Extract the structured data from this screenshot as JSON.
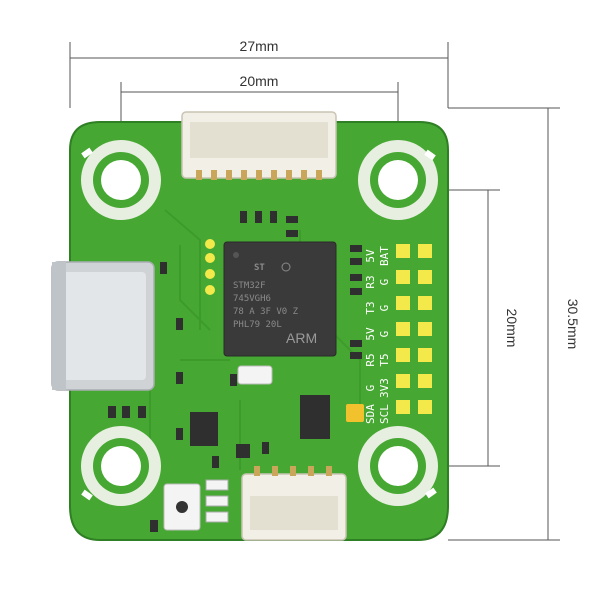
{
  "dimensions": {
    "width_outer": "27mm",
    "width_inner": "20mm",
    "height_outer": "30.5mm",
    "height_inner": "20mm"
  },
  "mcu": {
    "line1": "STM32F",
    "line2": "745VGH6",
    "line3": "78 A 3F V0 Z",
    "line4": "PHL79 20L",
    "arch": "ARM"
  },
  "pad_labels": {
    "col1": [
      "",
      "",
      "",
      "",
      "R5",
      "G",
      "SDA"
    ],
    "col1b": [
      "BAT",
      "G",
      "G",
      "G",
      "T5",
      "3V3",
      "SCL"
    ],
    "col_r": [
      "R3",
      "5V",
      "T3",
      "5V",
      "",
      "",
      ""
    ]
  },
  "colors": {
    "pcb": "#46a832",
    "pcb_dark": "#2f7f24",
    "pad": "#f3e94a",
    "chip": "#3a3a3a",
    "usb": "#cfd3d6"
  }
}
